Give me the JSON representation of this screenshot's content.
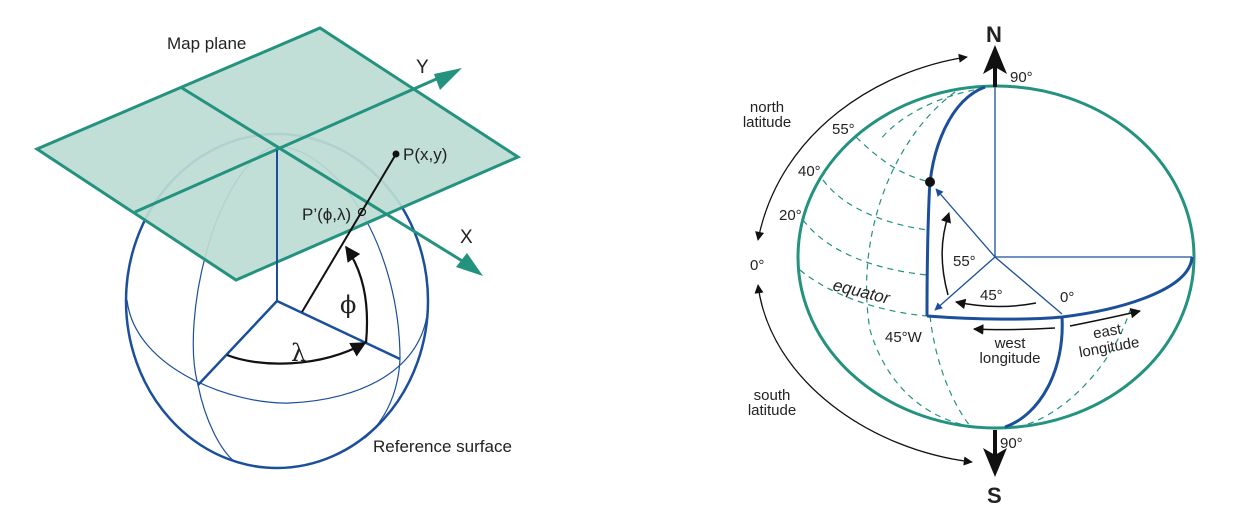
{
  "colors": {
    "teal": "#23927e",
    "plane_fill": "#bddcd4",
    "blue": "#1b4f9c",
    "ink": "#111111"
  },
  "left": {
    "map_plane": "Map plane",
    "y_axis": "Y",
    "x_axis": "X",
    "point_p": "P(x,y)",
    "point_p_prime": "P’(ϕ,λ)",
    "phi": "ϕ",
    "lambda": "λ",
    "reference_surface": "Reference surface"
  },
  "right": {
    "north": "N",
    "south": "S",
    "north_90": "90°",
    "south_90": "90°",
    "north_latitude": [
      "north",
      "latitude"
    ],
    "south_latitude": [
      "south",
      "latitude"
    ],
    "lat_55": "55°",
    "lat_40": "40°",
    "lat_20": "20°",
    "lat_0": "0°",
    "angle_55": "55°",
    "angle_45": "45°",
    "lon_0": "0°",
    "lon_45w": "45°W",
    "equator": "equator",
    "west_longitude": [
      "west",
      "longitude"
    ],
    "east_longitude": [
      "east",
      "longitude"
    ]
  }
}
